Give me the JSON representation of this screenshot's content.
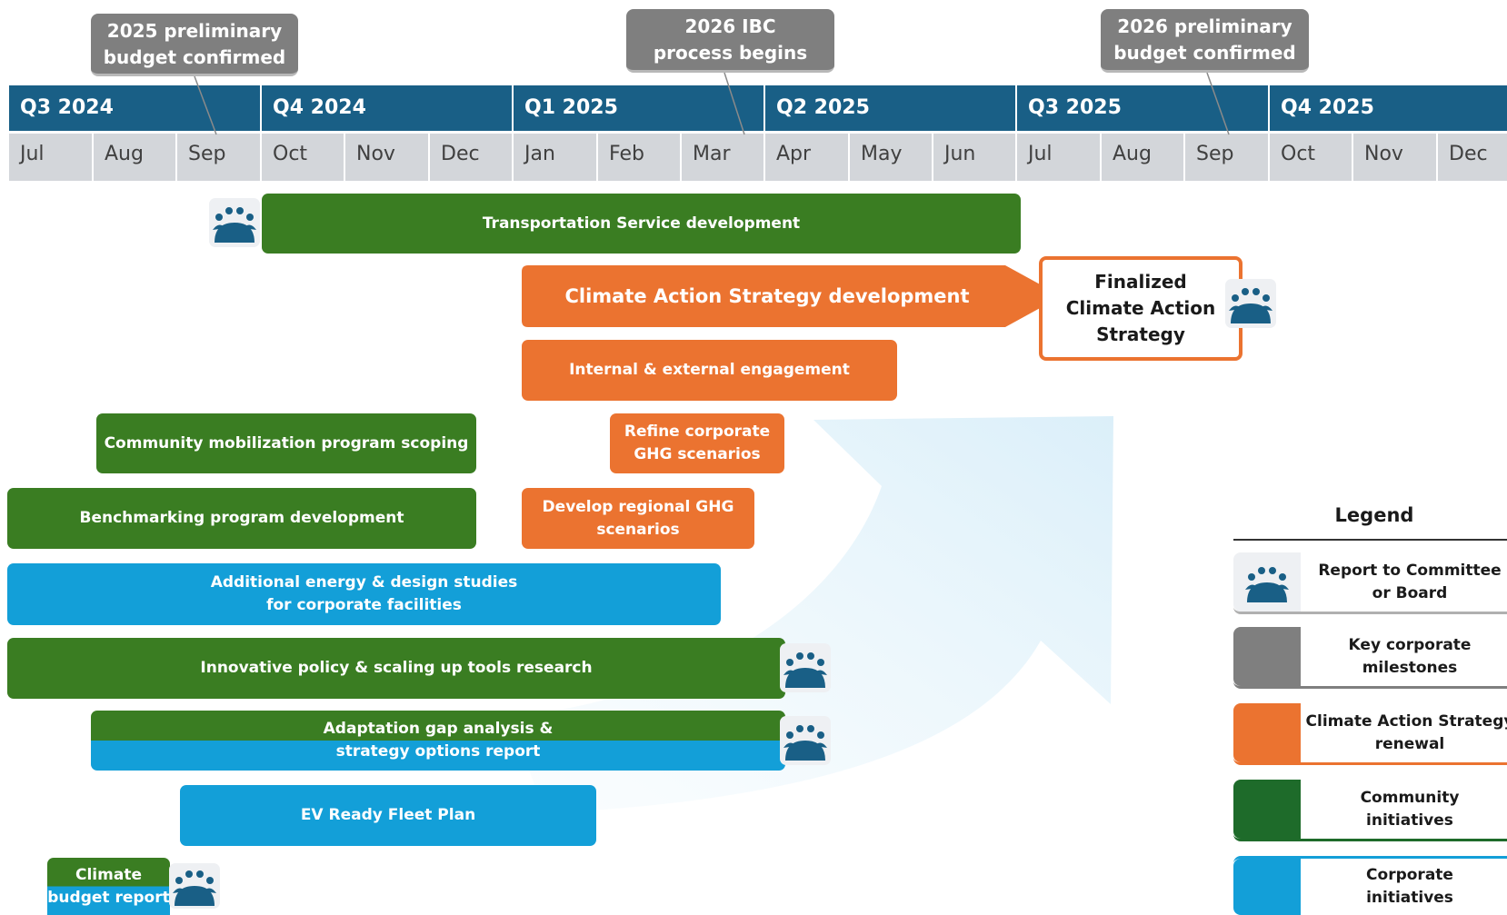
{
  "quarters": [
    "Q3 2024",
    "Q4 2024",
    "Q1 2025",
    "Q2 2025",
    "Q3 2025",
    "Q4 2025"
  ],
  "months": [
    "Jul",
    "Aug",
    "Sep",
    "Oct",
    "Nov",
    "Dec",
    "Jan",
    "Feb",
    "Mar",
    "Apr",
    "May",
    "Jun",
    "Jul",
    "Aug",
    "Sep",
    "Oct",
    "Nov",
    "Dec"
  ],
  "milestones": [
    {
      "label": "2025 preliminary\nbudget confirmed"
    },
    {
      "label": "2026 IBC\nprocess begins"
    },
    {
      "label": "2026 preliminary\nbudget confirmed"
    }
  ],
  "bars": {
    "transportation": "Transportation Service development",
    "climate_action": "Climate Action Strategy development",
    "finalized": "Finalized\nClimate Action\nStrategy",
    "engagement": "Internal & external engagement",
    "community_mobilization": "Community mobilization program scoping",
    "refine_ghg": "Refine corporate\nGHG scenarios",
    "benchmarking": "Benchmarking program development",
    "regional_ghg": "Develop regional GHG\nscenarios",
    "energy_design": "Additional energy & design studies\nfor corporate facilities",
    "innovative_policy": "Innovative policy & scaling up tools research",
    "adaptation": "Adaptation gap analysis &\nstrategy options report",
    "ev_fleet": "EV Ready Fleet Plan",
    "climate_budget": "Climate\nbudget report"
  },
  "legend": {
    "title": "Legend",
    "items": [
      {
        "label": "Report to Committee\nor Board"
      },
      {
        "label": "Key corporate\nmilestones"
      },
      {
        "label": "Climate Action Strategy\nrenewal"
      },
      {
        "label": "Community\ninitiatives"
      },
      {
        "label": "Corporate\ninitiatives"
      }
    ]
  },
  "colors": {
    "quarter_header": "#195f86",
    "month_header": "#d3d6da",
    "milestone": "#7f7f7f",
    "climate_action": "#eb7330",
    "community": "#3a7d22",
    "corporate": "#139fd8",
    "report_icon": "#195f86"
  },
  "icons": [
    "people-icon"
  ]
}
